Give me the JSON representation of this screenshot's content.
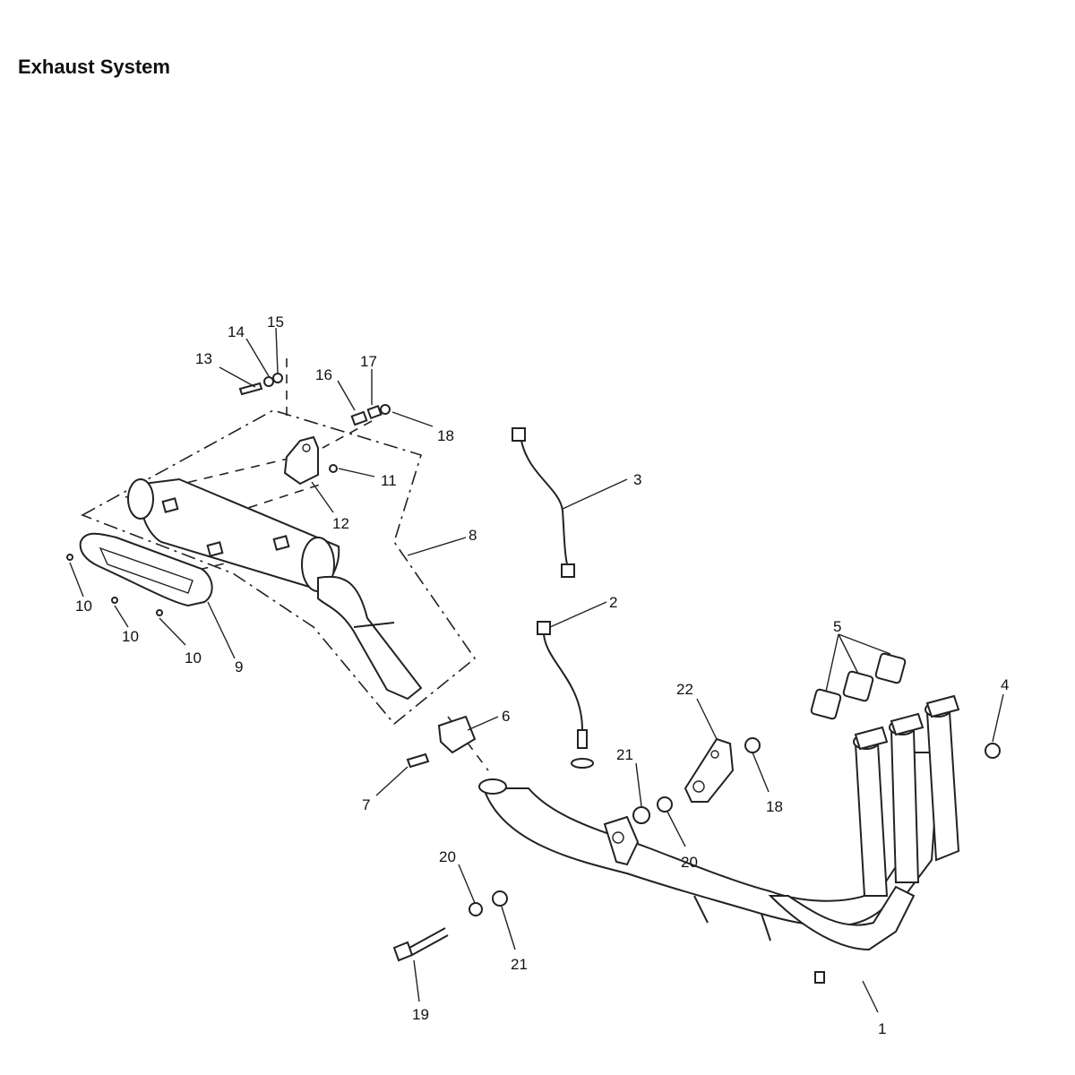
{
  "title": "Exhaust System",
  "callouts": [
    {
      "n": "1"
    },
    {
      "n": "2"
    },
    {
      "n": "3"
    },
    {
      "n": "4"
    },
    {
      "n": "5"
    },
    {
      "n": "6"
    },
    {
      "n": "7"
    },
    {
      "n": "8"
    },
    {
      "n": "9"
    },
    {
      "n": "10"
    },
    {
      "n": "10"
    },
    {
      "n": "10"
    },
    {
      "n": "11"
    },
    {
      "n": "12"
    },
    {
      "n": "13"
    },
    {
      "n": "14"
    },
    {
      "n": "15"
    },
    {
      "n": "16"
    },
    {
      "n": "17"
    },
    {
      "n": "18"
    },
    {
      "n": "18"
    },
    {
      "n": "19"
    },
    {
      "n": "20"
    },
    {
      "n": "20"
    },
    {
      "n": "21"
    },
    {
      "n": "21"
    },
    {
      "n": "22"
    }
  ]
}
